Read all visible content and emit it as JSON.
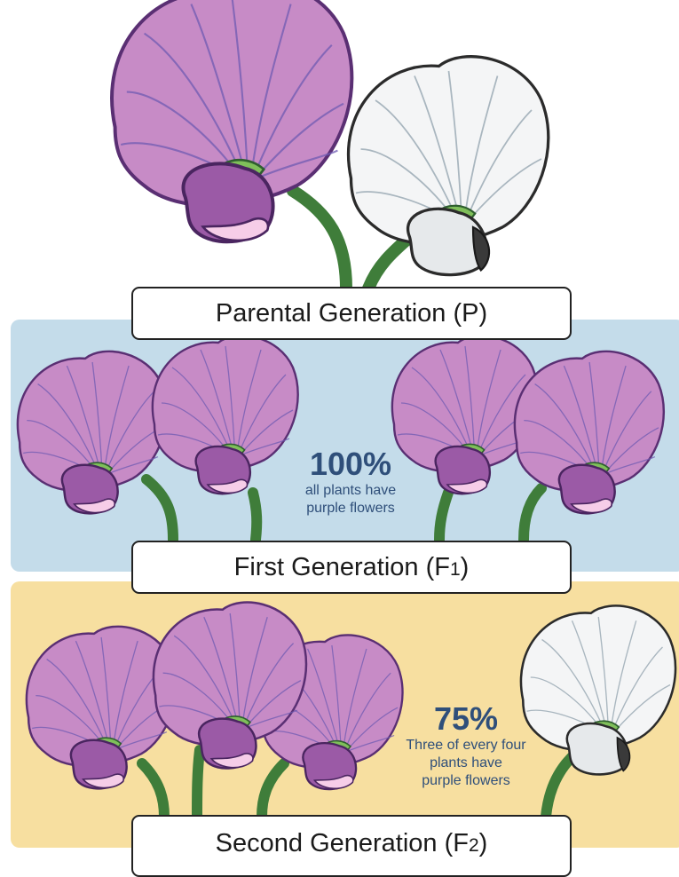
{
  "generations": {
    "parental": {
      "label": "Parental Generation (P)"
    },
    "first": {
      "label_main": "First Generation (F",
      "label_sub": "1",
      "label_end": ")",
      "percent": "100%",
      "description": "all plants have\npurple flowers"
    },
    "second": {
      "label_main": "Second Generation (F",
      "label_sub": "2",
      "label_end": ")",
      "percent": "75%",
      "description": "Three of every four\nplants have\npurple flowers"
    }
  },
  "colors": {
    "purple_petal": "#c78bc6",
    "purple_vein": "#6f5bb3",
    "purple_keel": "#9b5aa6",
    "pink_inner": "#f6cde8",
    "white_petal": "#f4f5f6",
    "white_vein": "#a9b6bf",
    "stem": "#3f7d3a",
    "sepal": "#7fbf5a",
    "f1_background": "#c4dcea",
    "f2_background": "#f7dfa0",
    "stat_text": "#2f4f7a"
  }
}
